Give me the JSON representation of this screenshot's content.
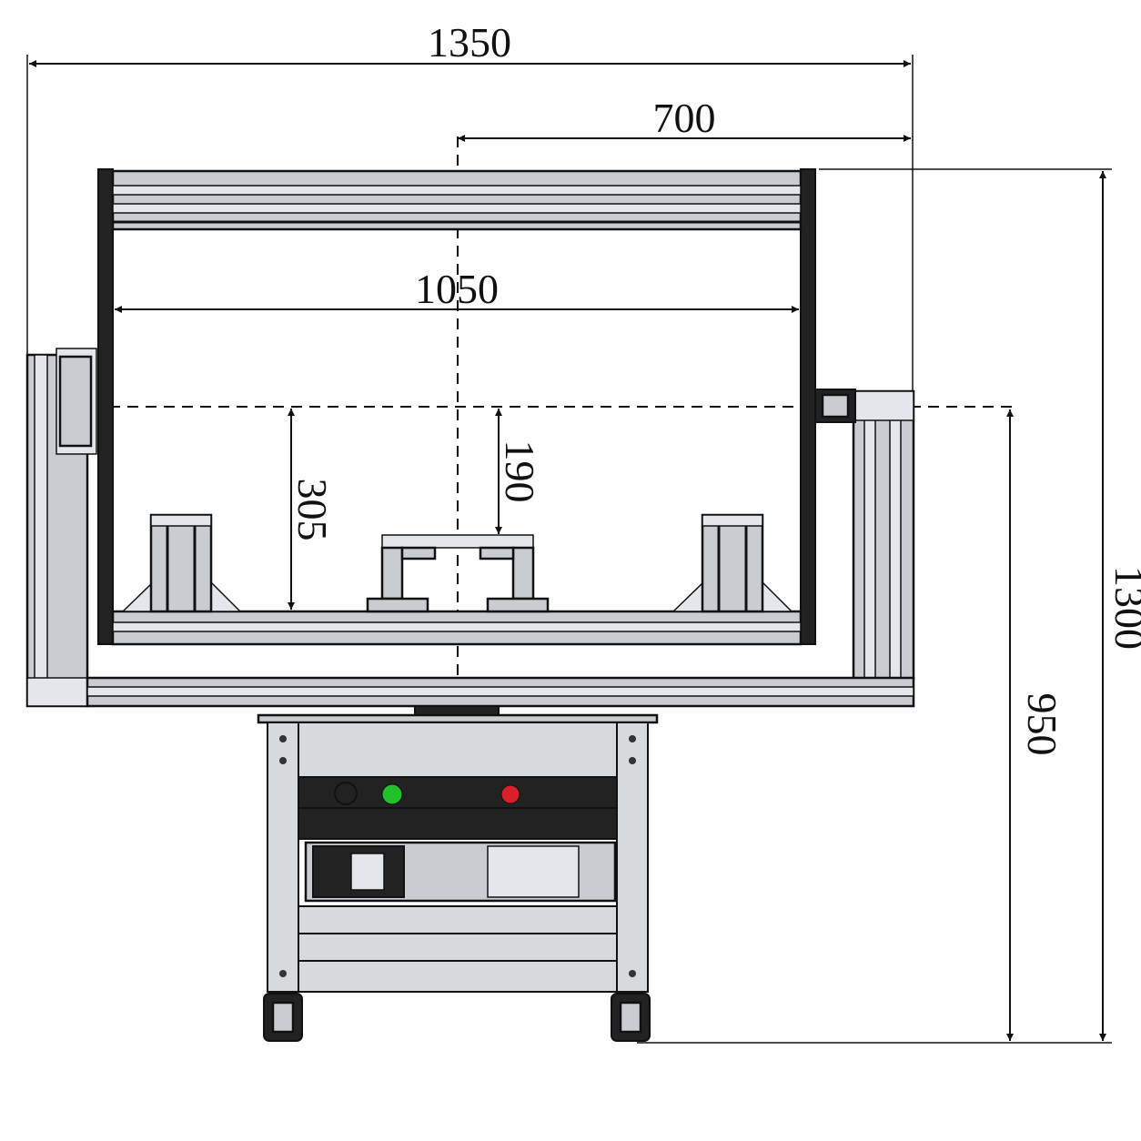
{
  "dimensions": {
    "overall_width": "1350",
    "right_offset": "700",
    "inner_width": "1050",
    "height_to_axis": "305",
    "fixture_offset": "190",
    "overall_height": "1300",
    "axis_height": "950"
  },
  "colors": {
    "indicator_green": "#22c02a",
    "indicator_red": "#d8202a"
  }
}
